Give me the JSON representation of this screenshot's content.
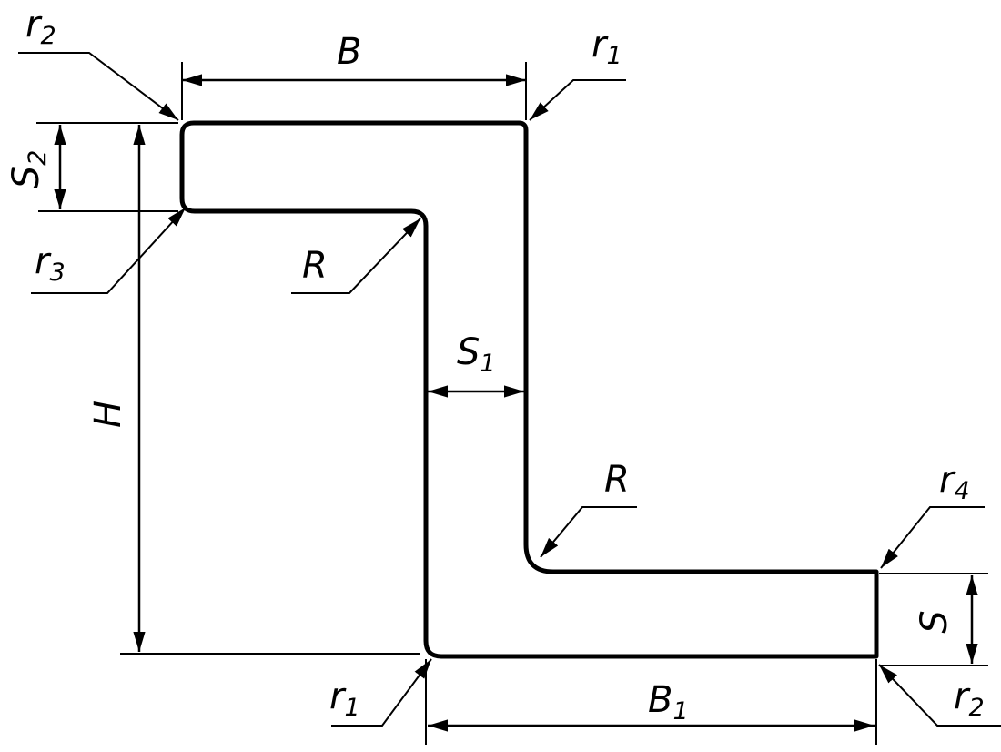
{
  "labels": {
    "B": "B",
    "B1": {
      "main": "B",
      "sub": "1"
    },
    "H": "H",
    "S": "S",
    "S1": {
      "main": "S",
      "sub": "1"
    },
    "S2": {
      "main": "S",
      "sub": "2"
    },
    "R_upper": "R",
    "R_lower": "R",
    "r1_top": {
      "main": "r",
      "sub": "1"
    },
    "r1_bottom": {
      "main": "r",
      "sub": "1"
    },
    "r2_top": {
      "main": "r",
      "sub": "2"
    },
    "r2_bottom": {
      "main": "r",
      "sub": "2"
    },
    "r3": {
      "main": "r",
      "sub": "3"
    },
    "r4": {
      "main": "r",
      "sub": "4"
    }
  }
}
